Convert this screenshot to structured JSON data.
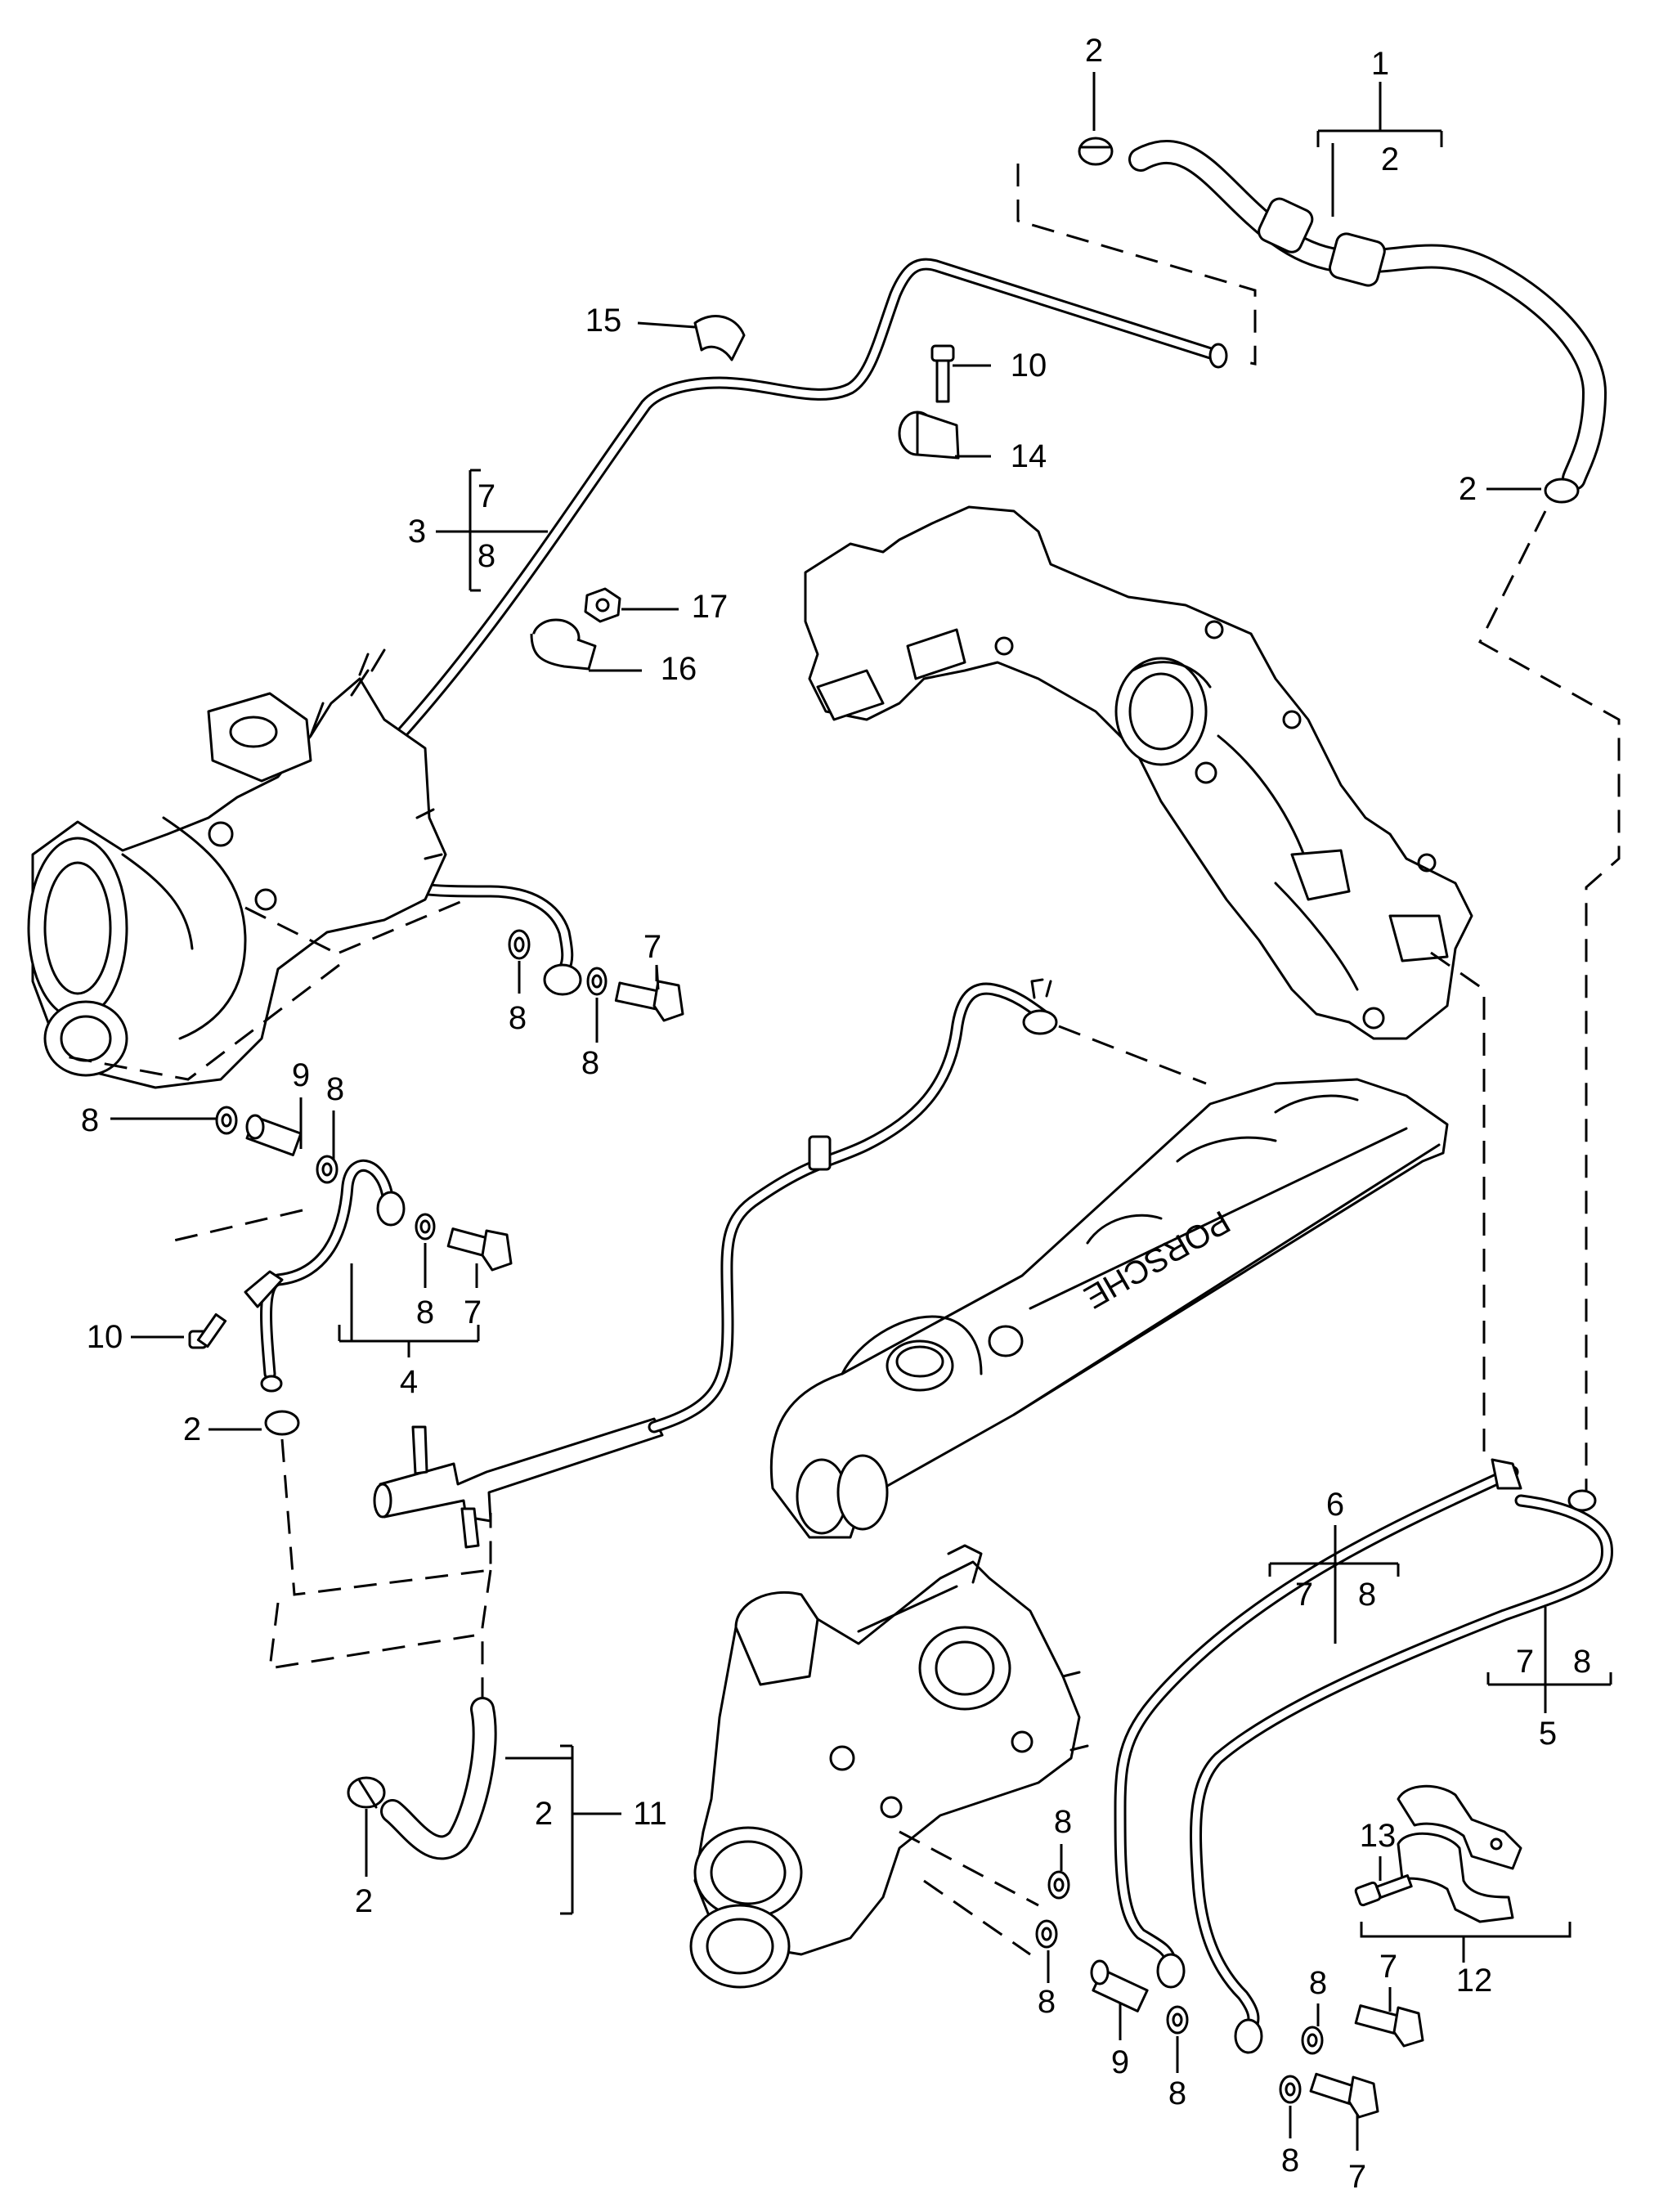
{
  "diagram": {
    "callouts": [
      {
        "id": "c-1",
        "text": "1"
      },
      {
        "id": "c-2-top",
        "text": "2"
      },
      {
        "id": "c-2-kit1",
        "text": "2"
      },
      {
        "id": "c-2-right",
        "text": "2"
      },
      {
        "id": "c-15",
        "text": "15"
      },
      {
        "id": "c-10-top",
        "text": "10"
      },
      {
        "id": "c-14",
        "text": "14"
      },
      {
        "id": "c-3",
        "text": "3"
      },
      {
        "id": "c-3-7",
        "text": "7"
      },
      {
        "id": "c-3-8",
        "text": "8"
      },
      {
        "id": "c-17",
        "text": "17"
      },
      {
        "id": "c-16",
        "text": "16"
      },
      {
        "id": "c-7-a",
        "text": "7"
      },
      {
        "id": "c-8-a",
        "text": "8"
      },
      {
        "id": "c-8-b",
        "text": "8"
      },
      {
        "id": "c-9-a",
        "text": "9"
      },
      {
        "id": "c-8-c",
        "text": "8"
      },
      {
        "id": "c-8-d",
        "text": "8"
      },
      {
        "id": "c-8-e",
        "text": "8"
      },
      {
        "id": "c-7-e",
        "text": "7"
      },
      {
        "id": "c-4",
        "text": "4"
      },
      {
        "id": "c-10-left",
        "text": "10"
      },
      {
        "id": "c-2-left",
        "text": "2"
      },
      {
        "id": "c-6",
        "text": "6"
      },
      {
        "id": "c-6-7",
        "text": "7"
      },
      {
        "id": "c-6-8",
        "text": "8"
      },
      {
        "id": "c-5-7",
        "text": "7"
      },
      {
        "id": "c-5-8",
        "text": "8"
      },
      {
        "id": "c-5",
        "text": "5"
      },
      {
        "id": "c-11",
        "text": "11"
      },
      {
        "id": "c-11-2",
        "text": "2"
      },
      {
        "id": "c-2-bottom",
        "text": "2"
      },
      {
        "id": "c-8-f",
        "text": "8"
      },
      {
        "id": "c-8-g",
        "text": "8"
      },
      {
        "id": "c-13",
        "text": "13"
      },
      {
        "id": "c-12",
        "text": "12"
      },
      {
        "id": "c-9-b",
        "text": "9"
      },
      {
        "id": "c-8-h",
        "text": "8"
      },
      {
        "id": "c-8-i",
        "text": "8"
      },
      {
        "id": "c-7-f",
        "text": "7"
      },
      {
        "id": "c-8-j",
        "text": "8"
      },
      {
        "id": "c-7-g",
        "text": "7"
      }
    ],
    "engine_logo": "PORSCHE"
  }
}
